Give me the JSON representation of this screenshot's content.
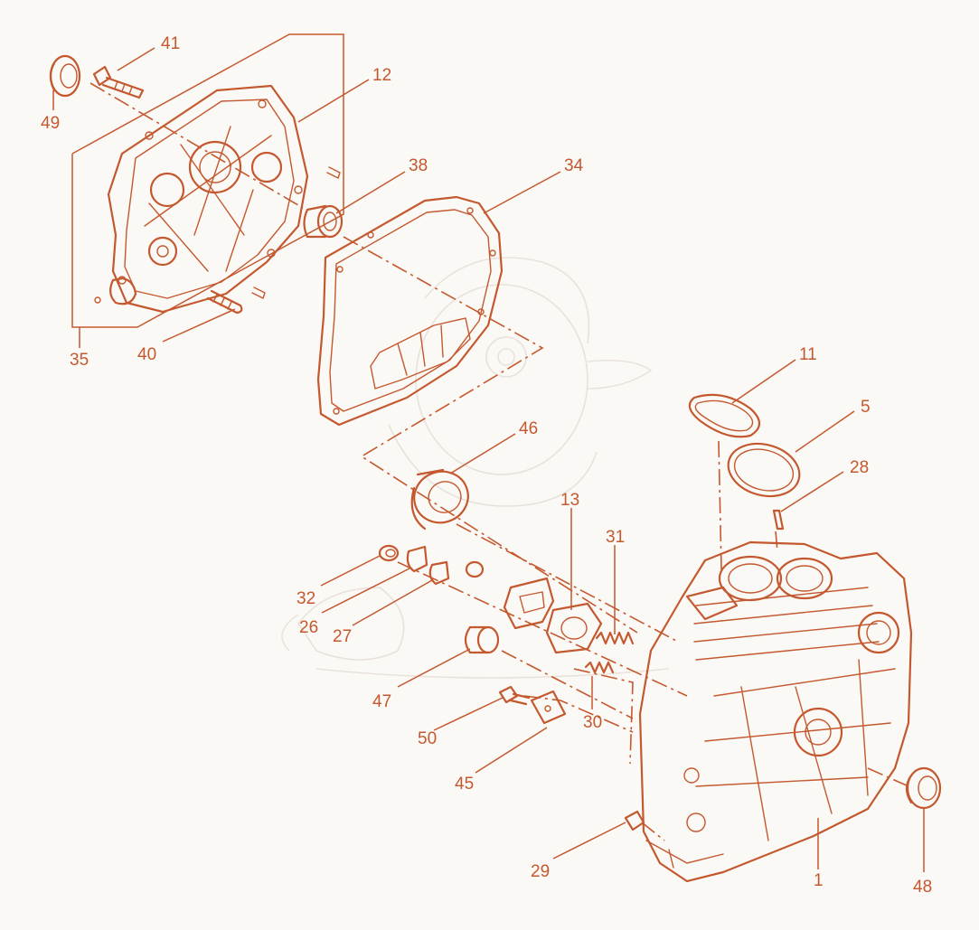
{
  "diagram": {
    "accent_color": "#c4582e",
    "background_color": "#fbf9f6",
    "callouts": [
      {
        "id": "c41",
        "label": "41"
      },
      {
        "id": "c12",
        "label": "12"
      },
      {
        "id": "c49",
        "label": "49"
      },
      {
        "id": "c38",
        "label": "38"
      },
      {
        "id": "c34",
        "label": "34"
      },
      {
        "id": "c40",
        "label": "40"
      },
      {
        "id": "c35",
        "label": "35"
      },
      {
        "id": "c11",
        "label": "11"
      },
      {
        "id": "c5",
        "label": "5"
      },
      {
        "id": "c28",
        "label": "28"
      },
      {
        "id": "c46",
        "label": "46"
      },
      {
        "id": "c13",
        "label": "13"
      },
      {
        "id": "c31",
        "label": "31"
      },
      {
        "id": "c32",
        "label": "32"
      },
      {
        "id": "c26",
        "label": "26"
      },
      {
        "id": "c27",
        "label": "27"
      },
      {
        "id": "c47",
        "label": "47"
      },
      {
        "id": "c30",
        "label": "30"
      },
      {
        "id": "c50",
        "label": "50"
      },
      {
        "id": "c45",
        "label": "45"
      },
      {
        "id": "c29",
        "label": "29"
      },
      {
        "id": "c1",
        "label": "1"
      },
      {
        "id": "c48",
        "label": "48"
      }
    ]
  }
}
